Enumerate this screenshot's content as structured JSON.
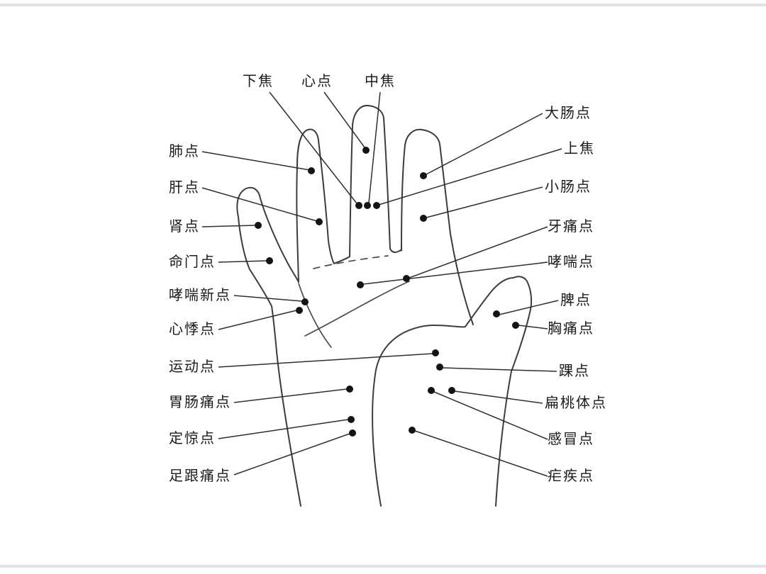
{
  "page": {
    "background": "#ffffff"
  },
  "colors": {
    "outline": "#3c3c3c",
    "leader_line": "#2e2e2e",
    "dot": "#141414",
    "text": "#1b1b1b"
  },
  "labels": {
    "lower_jiao": "下焦",
    "heart_point": "心点",
    "middle_jiao": "中焦",
    "lung_point": "肺点",
    "liver_point": "肝点",
    "kidney_point": "肾点",
    "mingmen_point": "命门点",
    "asthma_new_point": "哮喘新点",
    "palpitation_point": "心悸点",
    "sport_point": "运动点",
    "gastrointestinal_pain_point": "胃肠痛点",
    "convulsion_point": "定惊点",
    "heel_pain_point": "足跟痛点",
    "large_intestine_point": "大肠点",
    "upper_jiao": "上焦",
    "small_intestine_point": "小肠点",
    "toothache_point": "牙痛点",
    "asthma_point": "哮喘点",
    "spleen_point": "脾点",
    "chest_pain_point": "胸痛点",
    "ankle_point": "踝点",
    "tonsil_point": "扁桃体点",
    "cold_point": "感冒点",
    "malaria_point": "疟疾点"
  }
}
